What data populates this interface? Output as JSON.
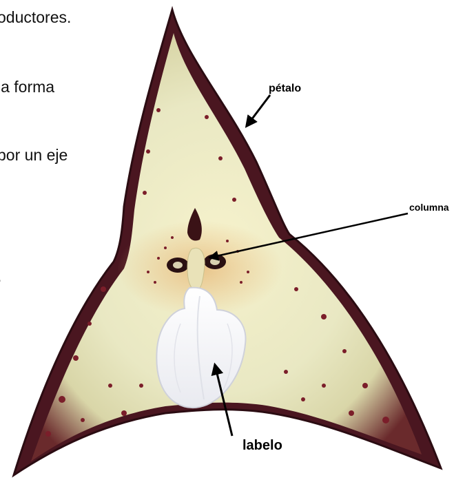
{
  "text_fragments": [
    "oductores.",
    "la forma",
    "por un eje",
    "."
  ],
  "labels": {
    "petal": "pétalo",
    "column": "columna",
    "lip": "labelo"
  },
  "colors": {
    "petal_base": "#eeedc6",
    "petal_center": "#f3f0c8",
    "rim": "#4a1620",
    "spots": "#7b1e2a",
    "labellum": "#fbfbfd"
  }
}
